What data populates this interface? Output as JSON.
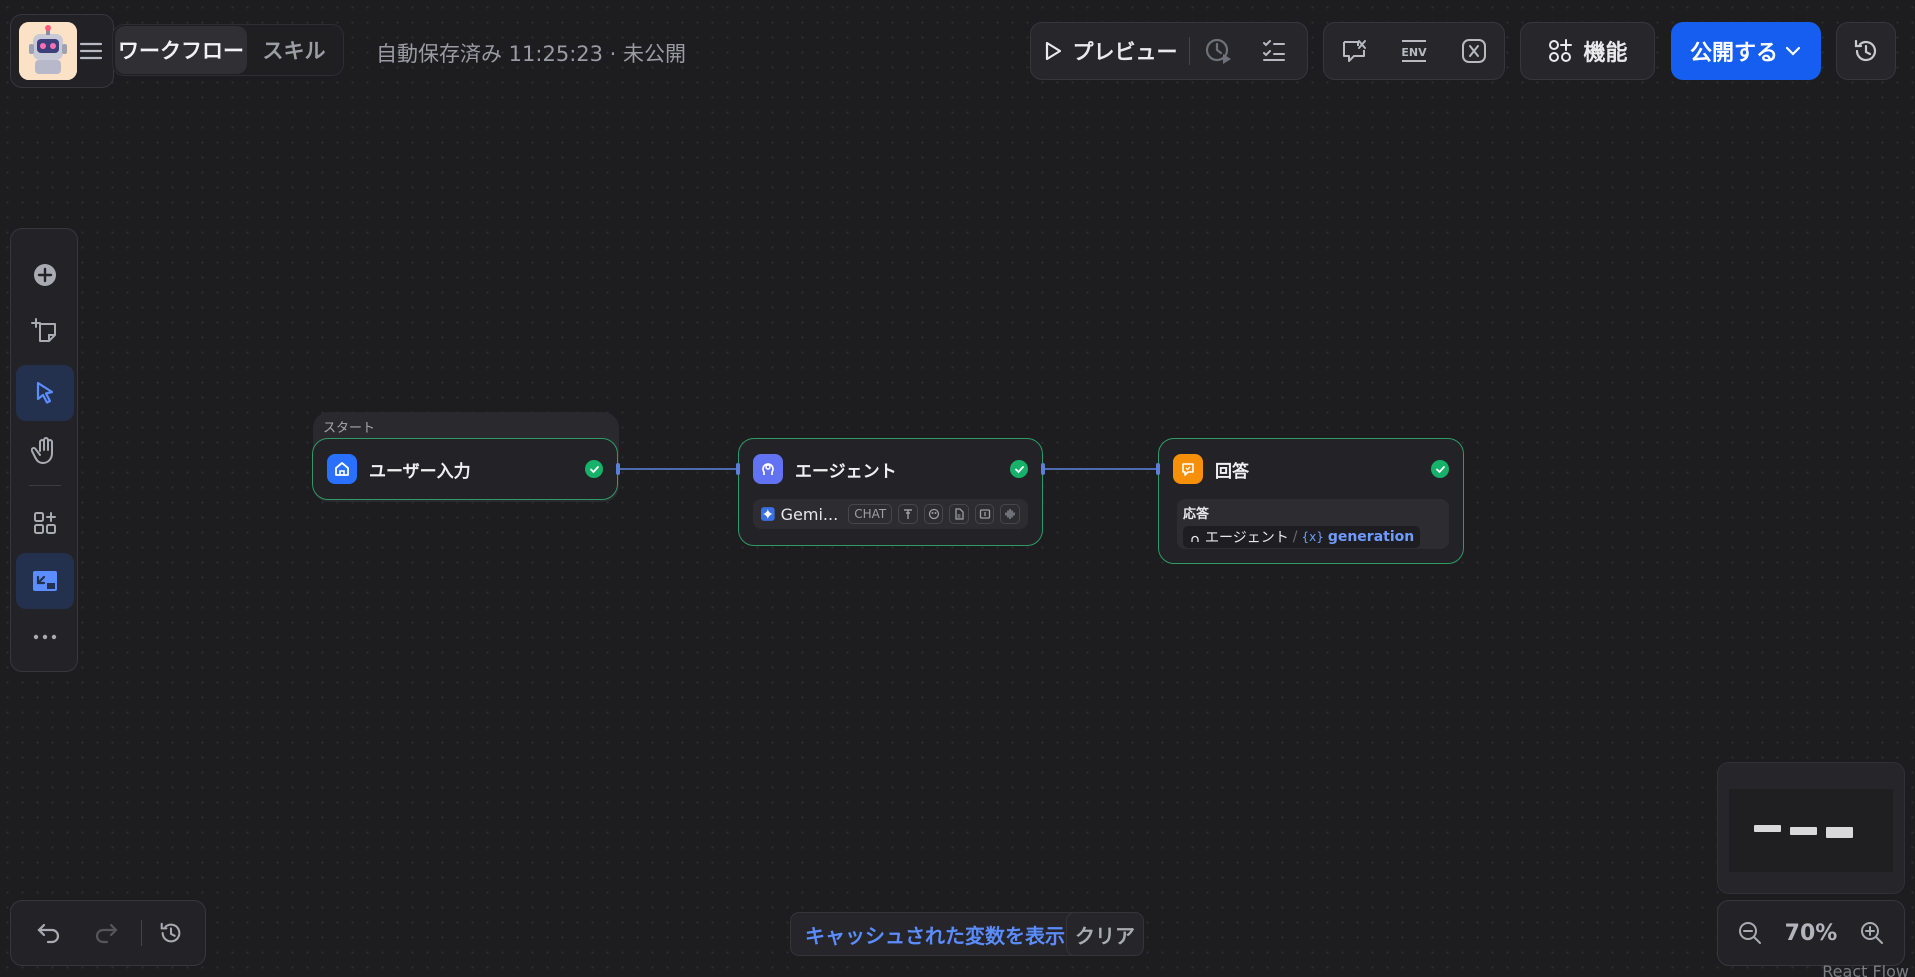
{
  "header": {
    "menu_icon": "hamburger-icon",
    "tabs": [
      {
        "label": "ワークフロー",
        "active": true
      },
      {
        "label": "スキル",
        "active": false
      }
    ],
    "autosave_status": "自動保存済み 11:25:23 · 未公開",
    "preview_label": "プレビュー",
    "features_label": "機能",
    "publish_label": "公開する",
    "env_label": "ENV",
    "accent_color": "#155eef"
  },
  "left_toolbar": {
    "items": [
      "add-node-icon",
      "add-note-icon",
      "pointer-icon",
      "hand-icon",
      "organize-icon",
      "minimap-toggle-icon",
      "more-icon"
    ],
    "active": "pointer-icon"
  },
  "nodes": {
    "start": {
      "group_label": "スタート",
      "title": "ユーザー入力",
      "status": "success",
      "icon": "home-icon",
      "color": "#2970ff"
    },
    "agent": {
      "title": "エージェント",
      "status": "success",
      "icon": "agent-icon",
      "color": "#6172f3",
      "model_name": "Gemi...",
      "model_tag": "CHAT",
      "capabilities": [
        "tool-icon",
        "vision-icon",
        "document-icon",
        "video-icon",
        "audio-icon"
      ]
    },
    "answer": {
      "title": "回答",
      "status": "success",
      "icon": "answer-icon",
      "color": "#f79009",
      "field_label": "応答",
      "var_source": "エージェント",
      "var_separator": "/",
      "var_name": "generation",
      "var_prefix": "{x}"
    }
  },
  "bottom": {
    "show_cached_vars_label": "キャッシュされた変数を表示",
    "clear_label": "クリア",
    "zoom_level": "70%",
    "attribution": "React Flow"
  }
}
